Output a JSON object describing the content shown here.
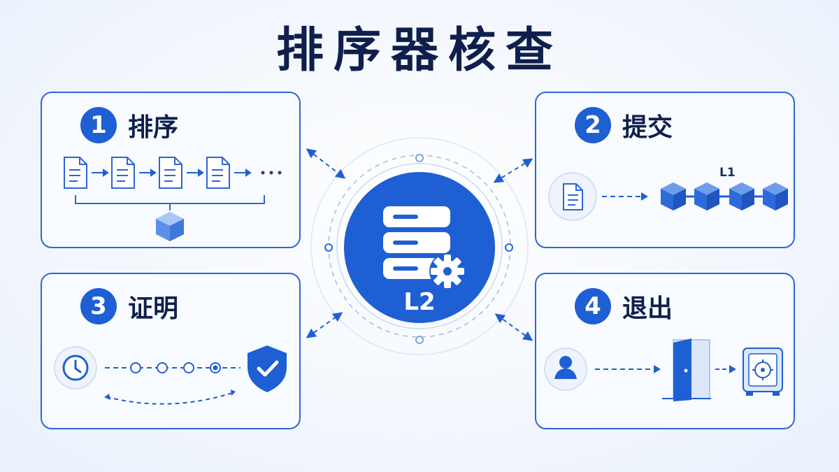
{
  "title": "排序器核查",
  "hub": {
    "label": "L2",
    "icon": "server-gear-icon"
  },
  "steps": [
    {
      "number": "1",
      "label": "排序"
    },
    {
      "number": "2",
      "label": "提交",
      "chain_label": "L1"
    },
    {
      "number": "3",
      "label": "证明"
    },
    {
      "number": "4",
      "label": "退出"
    }
  ],
  "colors": {
    "accent": "#1f5fd4",
    "dark_text": "#0f1f4d",
    "border": "#2c66d6"
  }
}
